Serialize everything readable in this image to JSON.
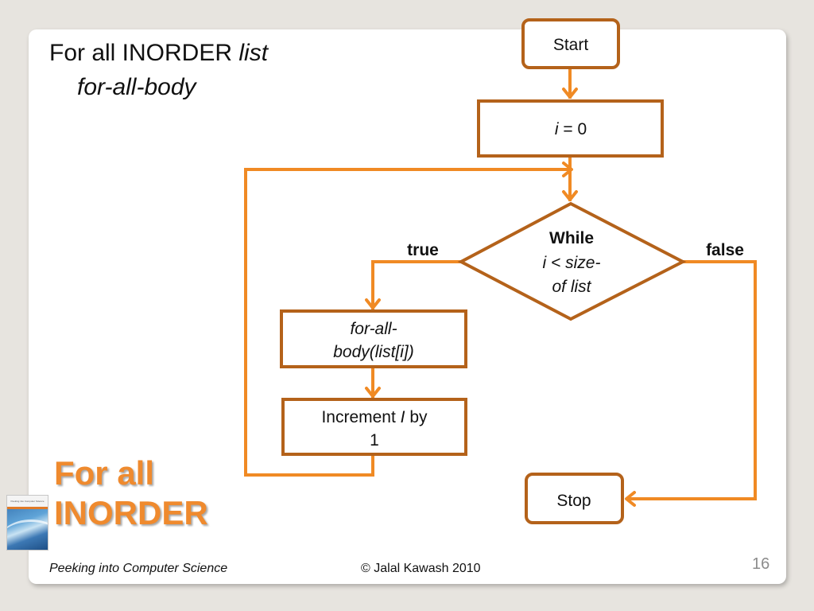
{
  "slide": {
    "title_prefix": "For all INORDER ",
    "title_list": "list",
    "title_body": "for-all-body",
    "big_title_line1": "For all",
    "big_title_line2": "INORDER",
    "book_cover_title": "Peeking into Computer Science"
  },
  "flowchart": {
    "start": "Start",
    "init_var": "i",
    "init_rest": " = 0",
    "decision_line1": "While",
    "decision_var": "i",
    "decision_rest": " < size-",
    "decision_line3": "of list",
    "true_label": "true",
    "false_label": "false",
    "body_line1": "for-all-",
    "body_line2": "body(list[i])",
    "increment_prefix": "Increment ",
    "increment_var": "I",
    "increment_suffix": " by",
    "increment_line2": "1",
    "stop": "Stop"
  },
  "footer": {
    "left": "Peeking into Computer Science",
    "center": "© Jalal Kawash 2010",
    "page_number": "16"
  },
  "colors": {
    "arrow": "#f08a24",
    "box_border": "#b4621a",
    "big_title": "#ef8a2e",
    "slide_bg": "#ffffff",
    "page_bg": "#e7e4df"
  }
}
